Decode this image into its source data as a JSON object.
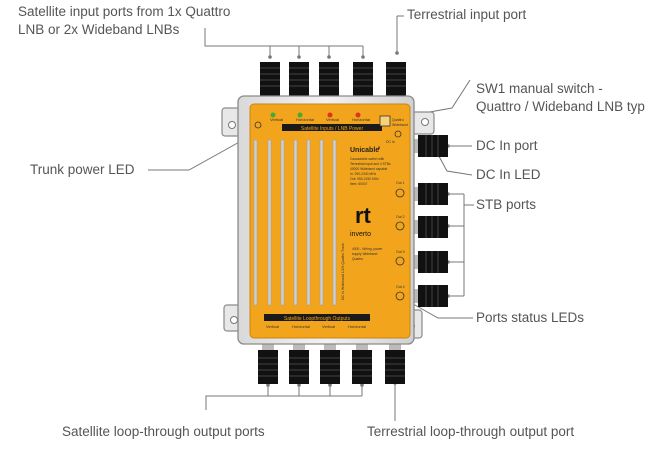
{
  "labels": {
    "sat_input": [
      "Satellite input ports from 1x Quattro",
      "LNB or 2x Wideband LNBs"
    ],
    "terr_input": "Terrestrial input port",
    "sw1": [
      "SW1 manual switch -",
      "Quattro / Wideband LNB typ"
    ],
    "dc_in_port": "DC In port",
    "dc_in_led": "DC In LED",
    "stb_ports": "STB ports",
    "trunk_led": "Trunk power LED",
    "ports_status": "Ports status LEDs",
    "sat_loop": "Satellite loop-through output ports",
    "terr_loop": "Terrestrial loop-through output port"
  },
  "device": {
    "brand": "inverto",
    "logo_mark": "rt",
    "model": "Unicable",
    "model_sup": "II",
    "top_strip": "Satellite Inputs / LNB Power",
    "bottom_strip": "Satellite Loopthrough Outputs",
    "port_labels_top": [
      "Vertical",
      "Horizontal",
      "Vertical",
      "Horizontal"
    ],
    "port_labels_bottom": [
      "Vertical",
      "Horizontal",
      "Vertical",
      "Horizontal"
    ],
    "info_lines": [
      "Cascadable switch with",
      "Terrestrial input and 4 STBs",
      "40000 Wideband capable",
      "In: 290-2340 MHz",
      "Out: 950-2150 MHz",
      "Item: 80007"
    ],
    "info_lines_2": [
      "4000 - Wiring, power",
      "supply Wideband",
      "Quattro"
    ],
    "stb_labels": [
      "Out 1",
      "Out 2",
      "Out 3",
      "Out 4"
    ],
    "sw_labels": [
      "Quattro",
      "Wideband"
    ],
    "dc_label": "DC In",
    "vertical_text": "DC In Wideband 1/2/4 Quattro Trunk"
  },
  "colors": {
    "plate": "#f2a51c",
    "metal": "#e6e6e6",
    "metal_dark": "#9a9a9a",
    "connector": "#111111",
    "label_text": "#555555",
    "leader": "#777777",
    "led_green": "#44aa33",
    "led_red": "#dd3322"
  }
}
